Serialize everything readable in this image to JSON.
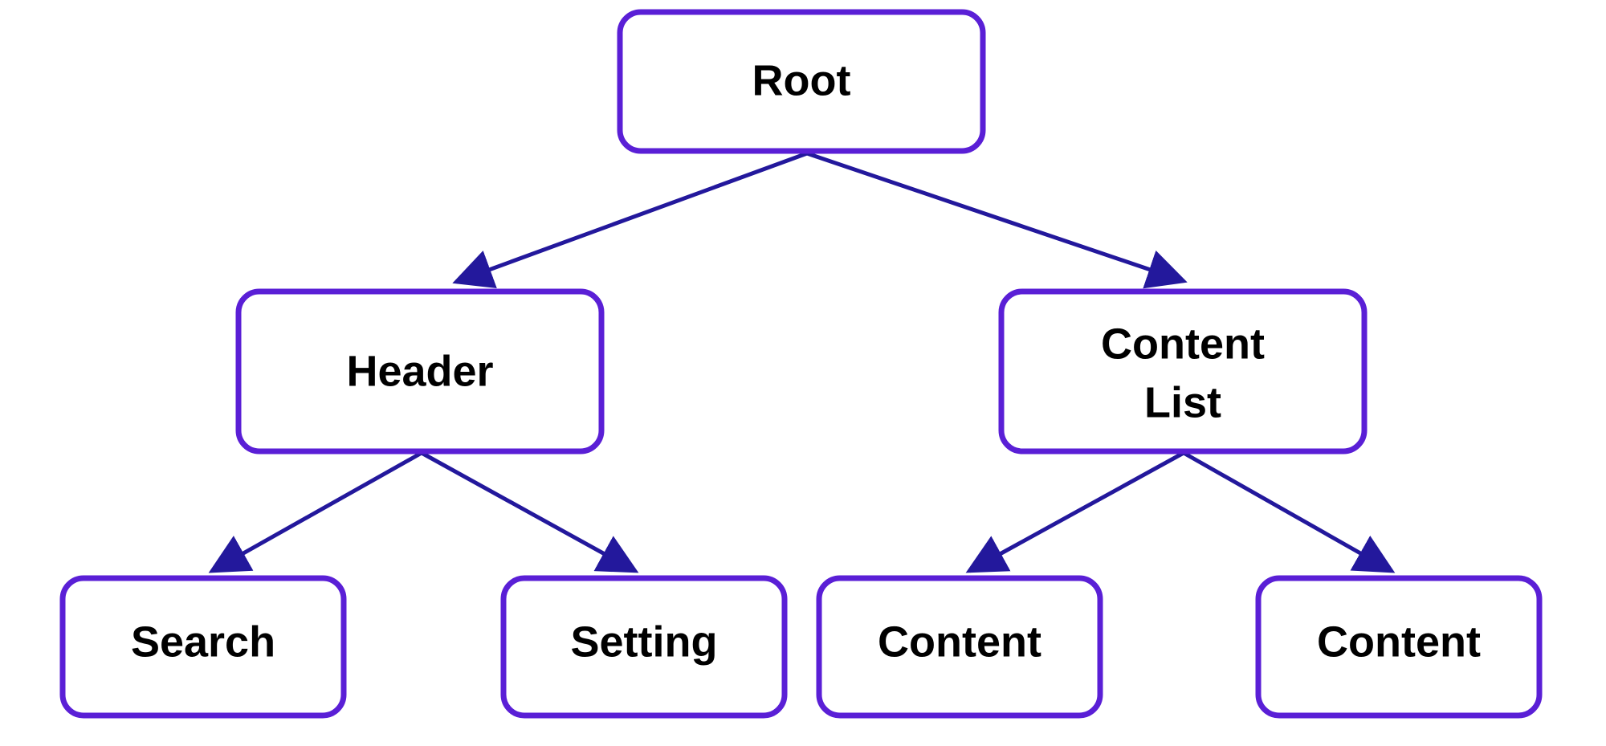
{
  "colors": {
    "node_border": "#5a1fd6",
    "edge": "#23189c",
    "text": "#000000",
    "background": "#ffffff"
  },
  "nodes": {
    "root": {
      "label": "Root"
    },
    "header": {
      "label": "Header"
    },
    "content_list": {
      "label_line1": "Content",
      "label_line2": "List"
    },
    "search": {
      "label": "Search"
    },
    "setting": {
      "label": "Setting"
    },
    "content_a": {
      "label": "Content"
    },
    "content_b": {
      "label": "Content"
    }
  },
  "edges": [
    {
      "from": "root",
      "to": "header"
    },
    {
      "from": "root",
      "to": "content_list"
    },
    {
      "from": "header",
      "to": "search"
    },
    {
      "from": "header",
      "to": "setting"
    },
    {
      "from": "content_list",
      "to": "content_a"
    },
    {
      "from": "content_list",
      "to": "content_b"
    }
  ]
}
